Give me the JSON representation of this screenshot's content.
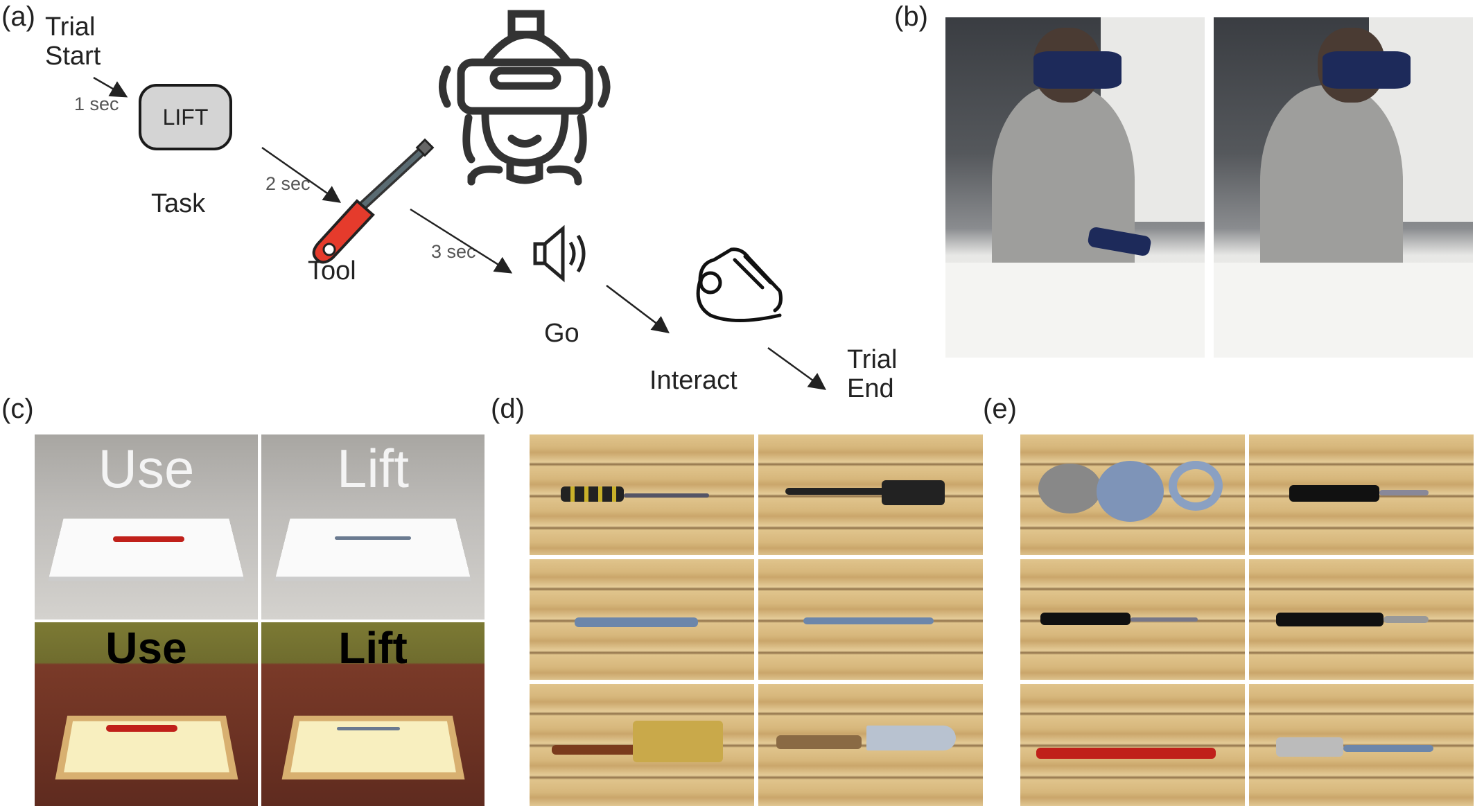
{
  "panels": {
    "a": "(a)",
    "b": "(b)",
    "c": "(c)",
    "d": "(d)",
    "e": "(e)"
  },
  "timeline": {
    "trial_start": [
      "Trial",
      "Start"
    ],
    "trial_end": [
      "Trial",
      "End"
    ],
    "task_box": "LIFT",
    "steps": [
      {
        "label": "Task",
        "delay": "1 sec"
      },
      {
        "label": "Tool",
        "delay": "2 sec"
      },
      {
        "label": "Go",
        "delay": "3 sec"
      },
      {
        "label": "Interact"
      }
    ]
  },
  "vr_views": {
    "top_left": "Use",
    "top_right": "Lift",
    "bottom_left": "Use",
    "bottom_right": "Lift"
  },
  "colors": {
    "screwdriver_red": "#e53b2c",
    "hmd_blue": "#1d2a5a",
    "label_box": "#d4d4d4"
  }
}
